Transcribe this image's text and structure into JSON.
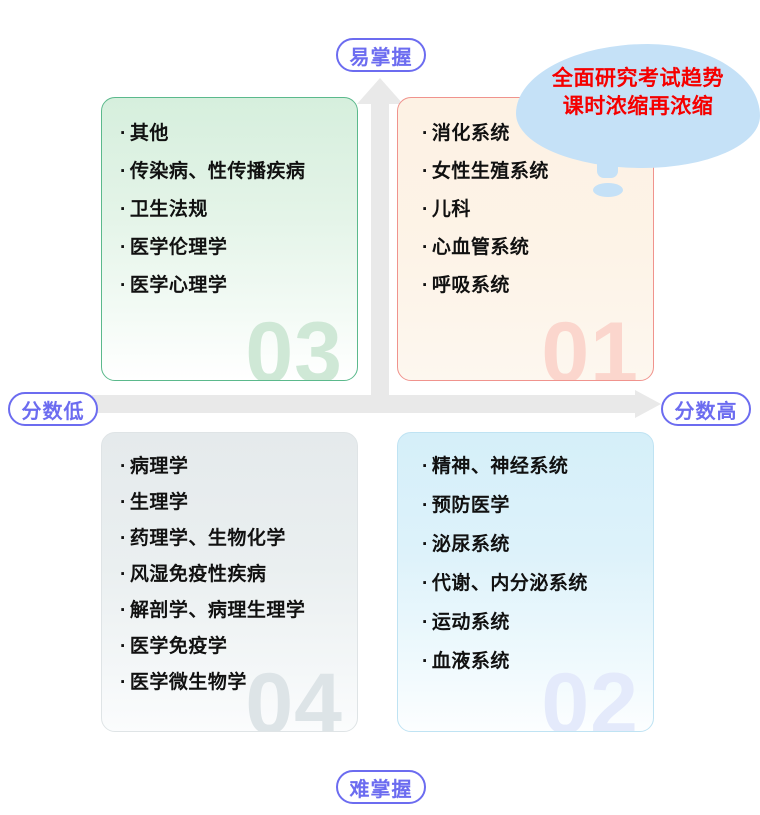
{
  "axes": {
    "top_label": "易掌握",
    "bottom_label": "难掌握",
    "left_label": "分数低",
    "right_label": "分数高",
    "accent_color": "#6c6cf0",
    "axis_color": "#e9e9e9",
    "vertical_arrow_icon": "arrow-up-icon",
    "horizontal_arrow_icon": "arrow-right-icon"
  },
  "callout": {
    "line1": "全面研究考试趋势",
    "line2": "课时浓缩再浓缩",
    "text_color": "#f50000",
    "bubble_color": "#c5e1f7"
  },
  "quadrants": [
    {
      "id": "03",
      "number": "03",
      "position": "top-left",
      "border_color": "#5bb98c",
      "fill_color": "#d6efdd",
      "items": [
        "其他",
        "传染病、性传播疾病",
        "卫生法规",
        "医学伦理学",
        "医学心理学"
      ]
    },
    {
      "id": "01",
      "number": "01",
      "position": "top-right",
      "border_color": "#f0938d",
      "fill_color": "#fdf2e4",
      "items": [
        "消化系统",
        "女性生殖系统",
        "儿科",
        "心血管系统",
        "呼吸系统"
      ]
    },
    {
      "id": "04",
      "number": "04",
      "position": "bottom-left",
      "border_color": "#dfe4e6",
      "fill_color": "#e5eaec",
      "items": [
        "病理学",
        "生理学",
        "药理学、生物化学",
        "风湿免疫性疾病",
        "解剖学、病理生理学",
        "医学免疫学",
        "医学微生物学"
      ]
    },
    {
      "id": "02",
      "number": "02",
      "position": "bottom-right",
      "border_color": "#bfe3f3",
      "fill_color": "#d5eff9",
      "items": [
        "精神、神经系统",
        "预防医学",
        "泌尿系统",
        "代谢、内分泌系统",
        "运动系统",
        "血液系统"
      ]
    }
  ],
  "bullet": "·"
}
